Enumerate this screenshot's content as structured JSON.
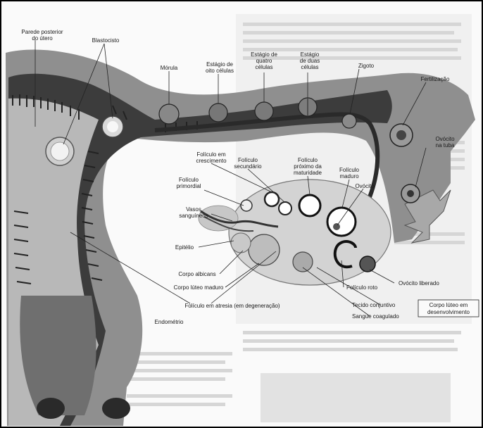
{
  "labels": {
    "parede": [
      "Parede posterior",
      "do útero"
    ],
    "blastocisto": "Blastocisto",
    "morula": "Mórula",
    "oito": [
      "Estágio de",
      "oito células"
    ],
    "quatro": [
      "Estágio de",
      "quatro",
      "células"
    ],
    "duas": [
      "Estágio",
      "de duas",
      "células"
    ],
    "zigoto": "Zigoto",
    "fertilizacao": "Fertilização",
    "ovocito_tuba": [
      "Ovócito",
      "na tuba"
    ],
    "crescimento": [
      "Folículo em",
      "crescimento"
    ],
    "secundario": [
      "Folículo",
      "secundário"
    ],
    "proximo_maturidade": [
      "Folículo",
      "próximo da",
      "maturidade"
    ],
    "maduro": [
      "Folículo",
      "maduro"
    ],
    "ovocito": "Ovócito",
    "primordial": [
      "Folículo",
      "primordial"
    ],
    "vasos": [
      "Vasos",
      "sanguíneos"
    ],
    "epitelio": "Epitélio",
    "albicans": "Corpo albicans",
    "luteo_maduro": "Corpo lúteo maduro",
    "atresia": "Folículo em atresia (em degeneração)",
    "endometrio": "Endométrio",
    "roto": "Folículo roto",
    "liberado": "Ovócito liberado",
    "conjuntivo": "Tecido conjuntivo",
    "coagulado": "Sangue coagulado",
    "desenvolvimento": [
      "Corpo lúteo em",
      "desenvolvimento"
    ]
  },
  "colors": {
    "uterus_wall": "#909090",
    "uterus_lumen": "#3a3a3a",
    "ovary": "#d2d2d2",
    "page_bg": "#f4f4f4"
  }
}
